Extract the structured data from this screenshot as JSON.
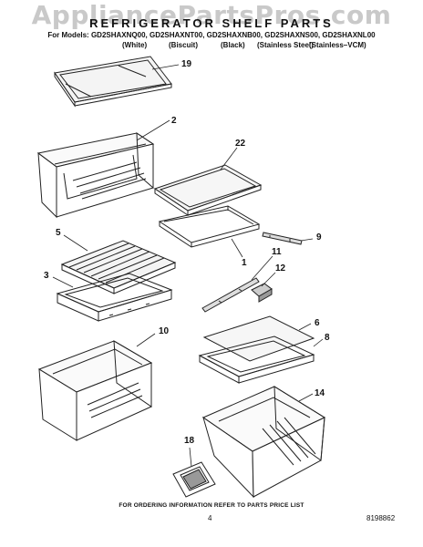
{
  "watermark": "AppliancePartsPros.com",
  "title": "REFRIGERATOR SHELF PARTS",
  "models_line": "For Models: GD2SHAXNQ00, GD2SHAXNT00, GD2SHAXNB00, GD2SHAXNS00, GD2SHAXNL00",
  "variants": [
    "(White)",
    "(Biscuit)",
    "(Black)",
    "(Stainless Steel)",
    "(Stainless–VCM)"
  ],
  "callouts": [
    "19",
    "2",
    "22",
    "1",
    "9",
    "11",
    "12",
    "5",
    "3",
    "10",
    "6",
    "8",
    "14",
    "18"
  ],
  "footer": "FOR ORDERING INFORMATION REFER TO PARTS PRICE LIST",
  "page_number": "4",
  "document_number": "8198862"
}
